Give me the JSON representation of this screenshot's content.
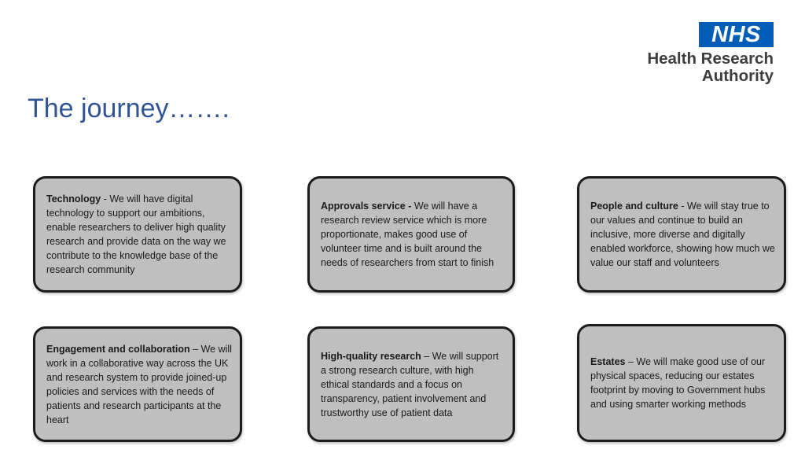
{
  "logo": {
    "badge": "NHS",
    "line1": "Health Research",
    "line2": "Authority",
    "badge_color": "#005eb8"
  },
  "title": "The journey…….",
  "title_color": "#2f5597",
  "cards": [
    {
      "heading": "Technology",
      "separator": " - ",
      "body": "We will have digital technology to support our ambitions, enable researchers to deliver high quality research and provide data on the way we contribute to the knowledge base of the research community"
    },
    {
      "heading": "Approvals service -",
      "separator": " ",
      "body": "We will have a research review service which is more proportionate, makes good use of volunteer time and is built around the needs of researchers from start to finish"
    },
    {
      "heading": "People and culture",
      "separator": " - ",
      "body": "We will stay true to our values and continue to build an inclusive, more diverse and digitally enabled workforce, showing how much we value our staff and volunteers"
    },
    {
      "heading": "Engagement and collaboration",
      "separator": " – ",
      "body": "We will work in a collaborative way across the UK and research system to provide joined-up policies and services with the needs of patients and research participants at the heart"
    },
    {
      "heading": "High-quality research",
      "separator": " – ",
      "body": "We will support a strong research culture, with high ethical standards and a focus on transparency, patient involvement and trustworthy use of patient data"
    },
    {
      "heading": "Estates",
      "separator": " – ",
      "body": "We will make good use of our physical spaces, reducing our estates footprint by moving to Government hubs and using smarter working methods"
    }
  ],
  "card_fill": "#bfbfbf",
  "card_border": "#1c1c1c"
}
